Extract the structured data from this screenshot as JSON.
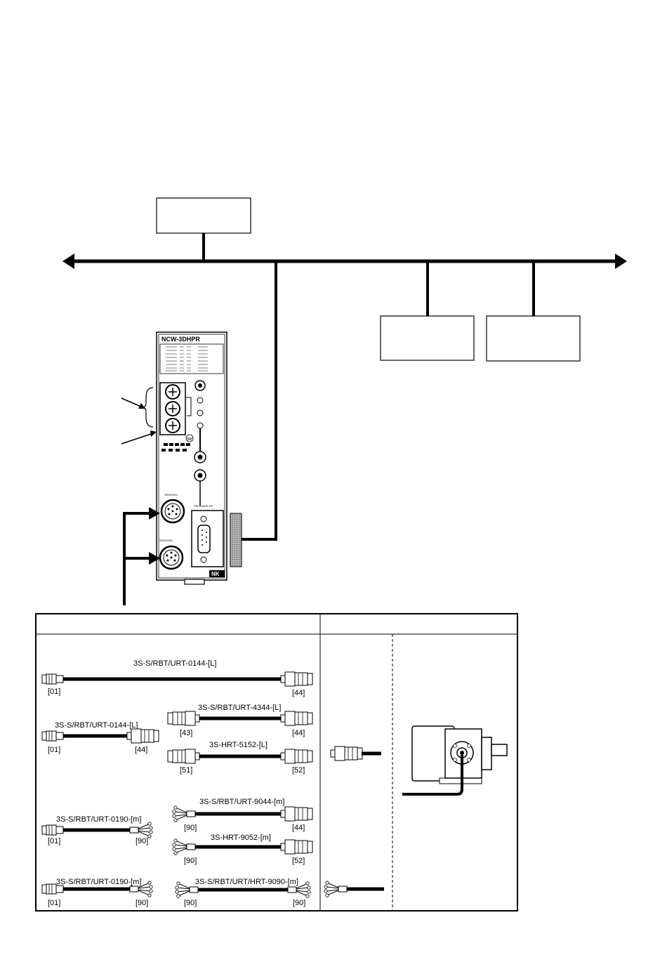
{
  "module": {
    "model": "NCW-3DHPR",
    "sensor1_label": "SENSOR1",
    "sensor2_label": "SENSOR2",
    "bus_label": "PROFIBUS-DP"
  },
  "cables": {
    "c1": {
      "name": "3S-S/RBT/URT-0144-[L]",
      "left_end": "[01]",
      "right_end": "[44]"
    },
    "c2": {
      "name": "3S-S/RBT/URT-4344-[L]",
      "left_end": "[43]",
      "right_end": "[44]"
    },
    "c3": {
      "name": "3S-S/RBT/URT-0144-[L]",
      "left_end": "[01]",
      "right_end": "[44]"
    },
    "c4": {
      "name": "3S-HRT-5152-[L]",
      "left_end": "[51]",
      "right_end": "[52]"
    },
    "c5": {
      "name": "3S-S/RBT/URT-9044-[m]",
      "left_end": "[90]",
      "right_end": "[44]"
    },
    "c6": {
      "name": "3S-S/RBT/URT-0190-[m]",
      "left_end": "[01]",
      "right_end": "[90]"
    },
    "c7": {
      "name": "3S-HRT-9052-[m]",
      "left_end": "[90]",
      "right_end": "[52]"
    },
    "c8": {
      "name": "3S-S/RBT/URT-0190-[m]",
      "left_end": "[01]",
      "right_end": "[90]"
    },
    "c9": {
      "name": "3S-S/RBT/URT/HRT-9090-[m]",
      "left_end": "[90]",
      "right_end": "[90]"
    }
  },
  "colors": {
    "line": "#000000",
    "connector_plate": "#9a9a9a"
  }
}
